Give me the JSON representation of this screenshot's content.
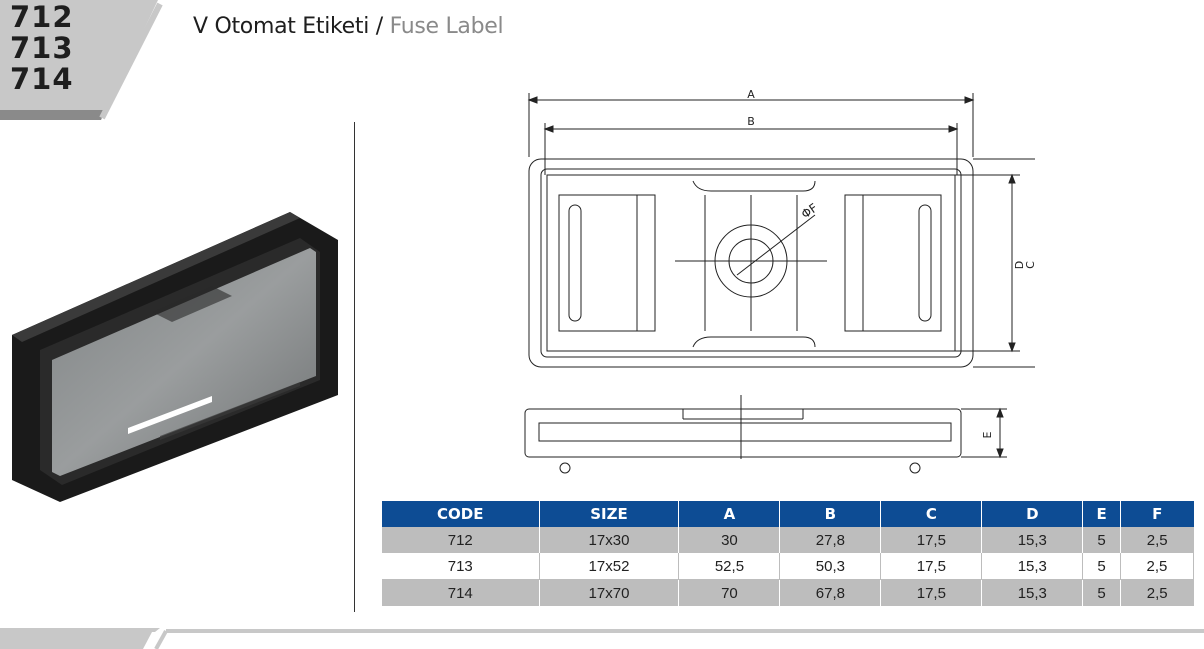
{
  "header": {
    "codes": [
      "712",
      "713",
      "714"
    ],
    "title_tr": "V Otomat Etiketi",
    "separator": "/",
    "title_en": "Fuse Label"
  },
  "drawing": {
    "labels": [
      "A",
      "B",
      "C",
      "D",
      "E",
      "ΦF"
    ]
  },
  "table": {
    "headers": [
      "CODE",
      "SIZE",
      "A",
      "B",
      "C",
      "D",
      "E",
      "F"
    ],
    "rows": [
      [
        "712",
        "17x30",
        "30",
        "27,8",
        "17,5",
        "15,3",
        "5",
        "2,5"
      ],
      [
        "713",
        "17x52",
        "52,5",
        "50,3",
        "17,5",
        "15,3",
        "5",
        "2,5"
      ],
      [
        "714",
        "17x70",
        "70",
        "67,8",
        "17,5",
        "15,3",
        "5",
        "2,5"
      ]
    ]
  },
  "colors": {
    "header_bg": "#0d4c94",
    "banner_gray": "#c8c8c8",
    "row_gray": "#bdbdbd"
  }
}
